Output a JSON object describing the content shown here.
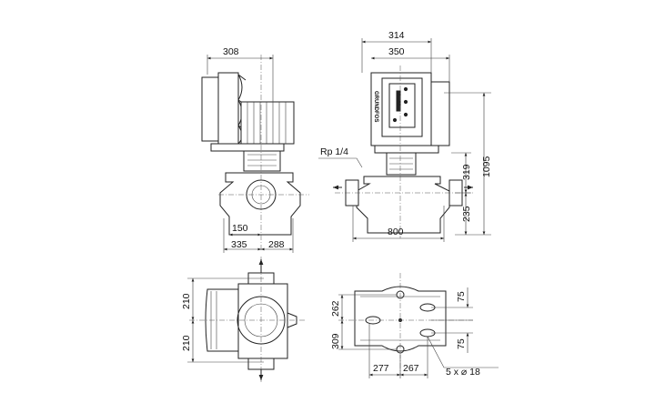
{
  "drawing": {
    "front_view": {
      "dim_top": "308",
      "dim_150": "150",
      "dim_left": "335",
      "dim_right": "288"
    },
    "side_view": {
      "dim_top_outer": "314",
      "dim_top_inner": "350",
      "port_label": "Rp 1/4",
      "dim_height_total": "1095",
      "dim_height_upper": "319",
      "dim_height_lower": "235",
      "dim_width": "800"
    },
    "top_view": {
      "dim_upper": "210",
      "dim_lower": "210"
    },
    "base_view": {
      "dim_left_upper": "262",
      "dim_left_lower": "309",
      "dim_bottom_left": "277",
      "dim_bottom_right": "267",
      "dim_right_upper": "75",
      "dim_right_lower": "75",
      "holes_note": "5 x ⌀ 18"
    }
  }
}
